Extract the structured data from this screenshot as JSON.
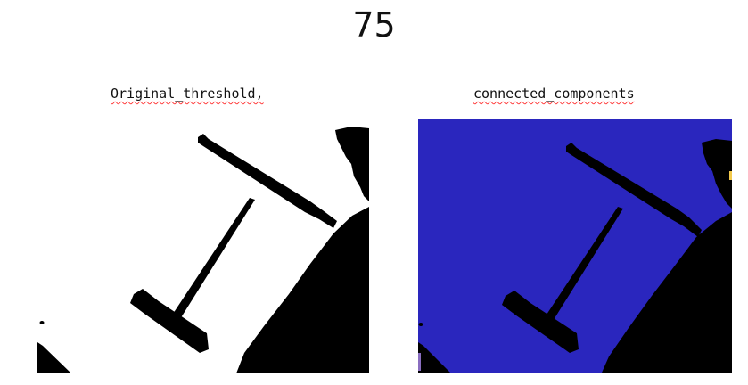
{
  "figure": {
    "title": "75"
  },
  "panels": [
    {
      "title": "Original_threshold,"
    },
    {
      "title": "connected_components"
    }
  ],
  "colors": {
    "foreground": "#000000",
    "background_threshold": "#ffffff",
    "component_blue": "#2a26be",
    "component_yellow": "#f2c94c",
    "component_purple": "#8a6ec0"
  },
  "icons": {
    "left_image": "binary-threshold-image",
    "right_image": "connected-components-image"
  }
}
